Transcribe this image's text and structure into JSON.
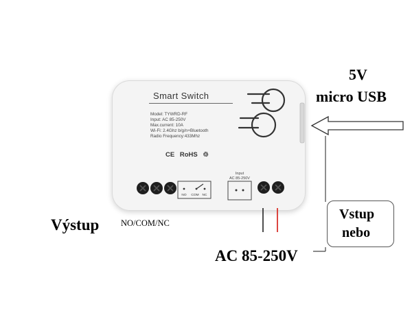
{
  "device": {
    "title": "Smart  Switch",
    "specs": [
      "Model:  TYWRD-RF",
      "Input:  AC 85-250V",
      "Max.current:  10A",
      "Wi-Fi:  2.4Ghz b/g/n+Bluetooth",
      "Radio Frequency:433Mhz"
    ],
    "cert": {
      "ce": "CE",
      "rohs": "RoHS",
      "recycle": "♲"
    },
    "relay_labels": [
      "NO",
      "COM",
      "NC"
    ],
    "input_label": "Input",
    "input_voltage": "AC 85-250V"
  },
  "annotations": {
    "usb_voltage": "5V",
    "usb_type": "micro USB",
    "output_label": "Výstup",
    "output_terminals": "NO/COM/NC",
    "input_box_line1": "Vstup",
    "input_box_line2": "nebo",
    "ac_label": "AC 85-250V"
  },
  "colors": {
    "device_body": "#f4f4f4",
    "terminal": "#1f1f1f",
    "wire_red": "#d9302a",
    "wire_black": "#222222"
  }
}
